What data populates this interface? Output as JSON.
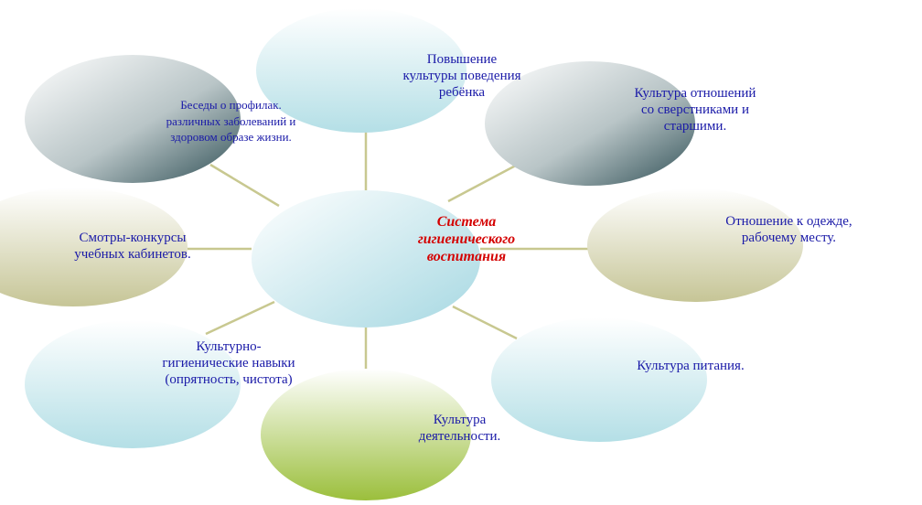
{
  "diagram": {
    "center": "Система\nгигиенического\nвоспитания",
    "nodes": [
      {
        "text": "Повышение\nкультуры поведения\nребёнка"
      },
      {
        "text": "Культура отношений\nсо сверстниками и\nстаршими."
      },
      {
        "text": "Отношение к одежде,\nрабочему месту."
      },
      {
        "text": "Культура питания."
      },
      {
        "text": "Культура\nдеятельности."
      },
      {
        "text": "Культурно-\nгигиенические навыки\n(опрятность, чистота)"
      },
      {
        "text": "Смотры-конкурсы\nучебных кабинетов."
      },
      {
        "text": "Беседы о профилак.\nразличных заболеваний и\nздоровом образе жизни."
      }
    ]
  },
  "colors": {
    "connector": "#c8c890",
    "label_text": "#1a1aa8",
    "center_text": "#d40000"
  }
}
